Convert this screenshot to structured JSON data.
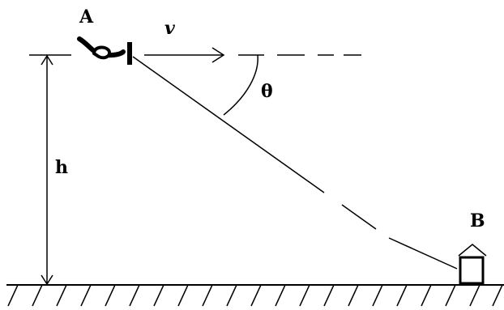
{
  "labels": {
    "point_a": "A",
    "point_b": "B",
    "velocity": "v",
    "angle": "θ",
    "height": "h"
  },
  "colors": {
    "ink": "#000000",
    "background": "#ffffff"
  },
  "icons": {
    "plane": "airplane-icon",
    "house": "house-icon"
  }
}
